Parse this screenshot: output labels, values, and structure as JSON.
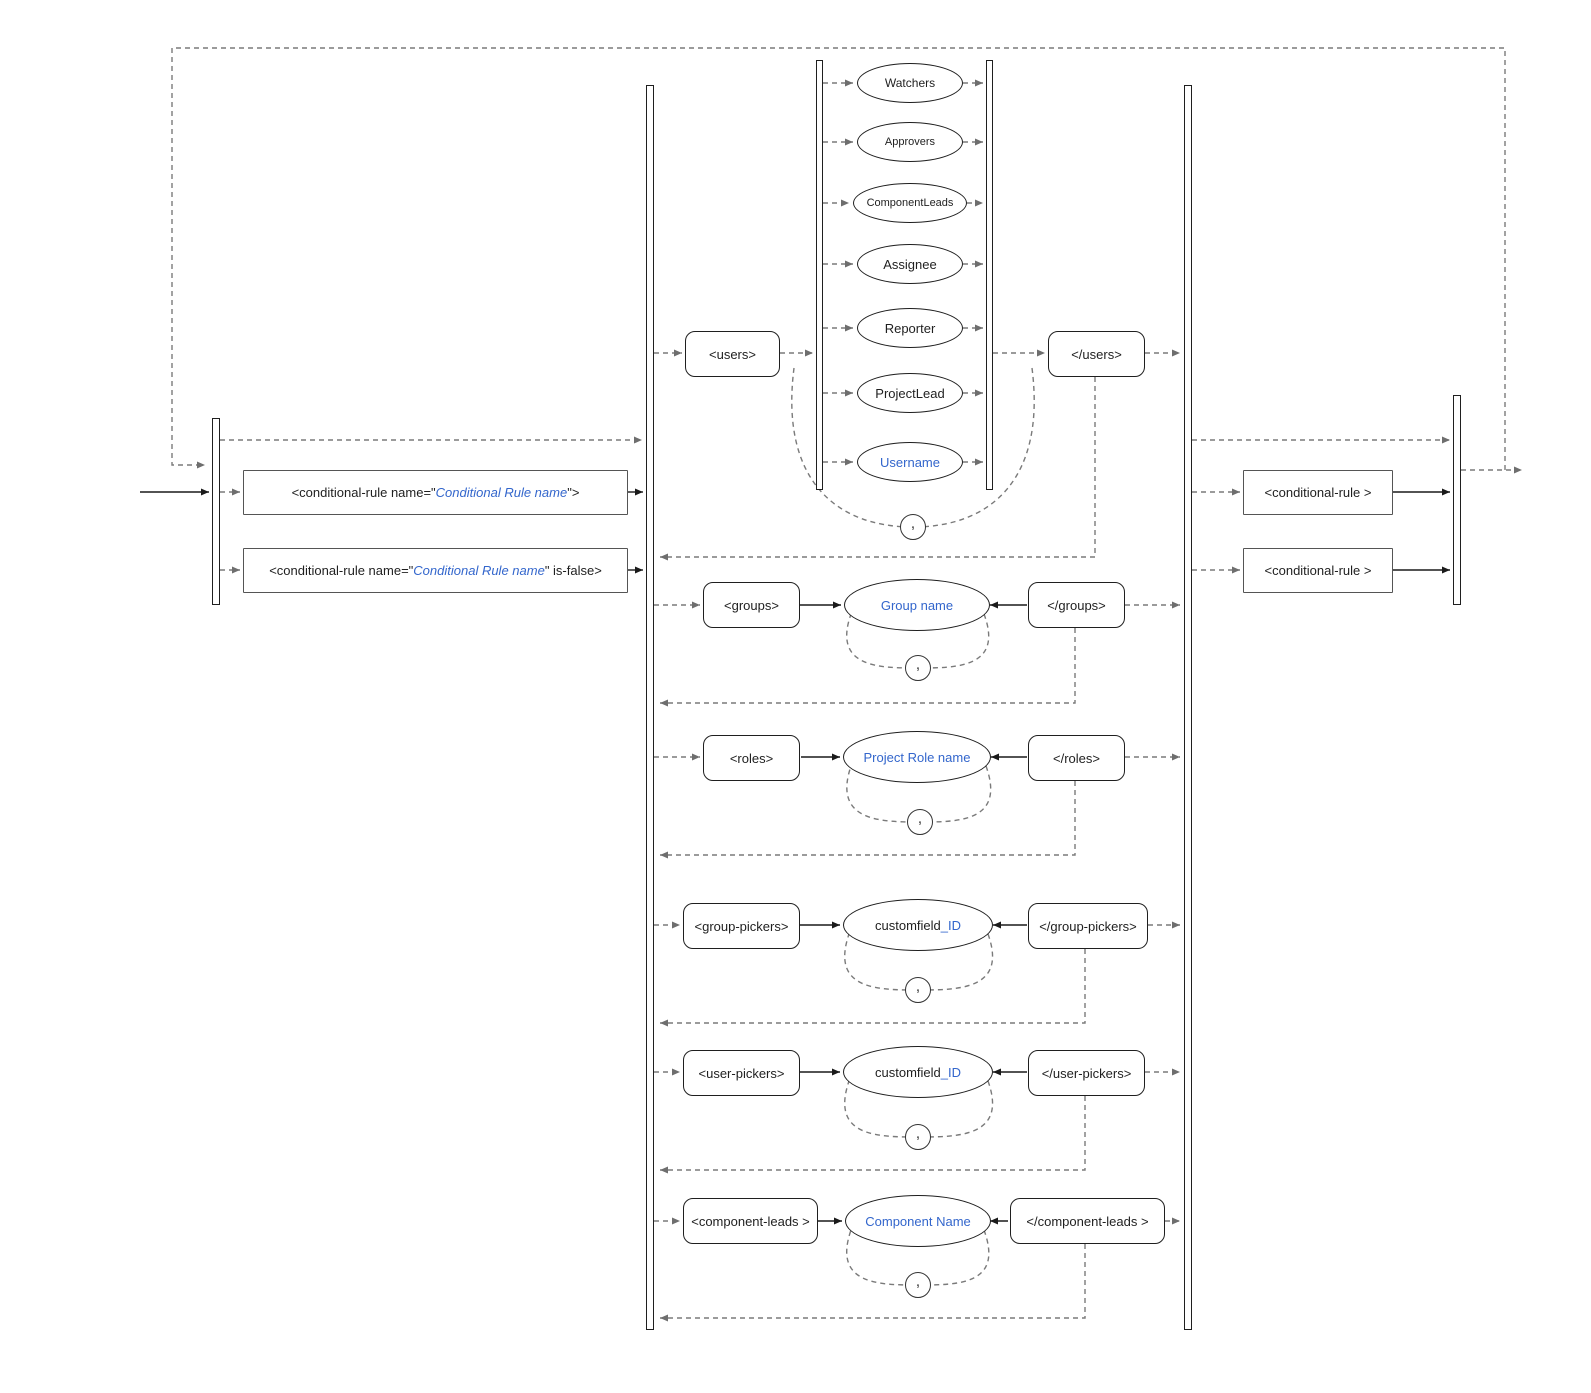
{
  "colors": {
    "accent": "#3366cc",
    "connector": "#7a7a7a",
    "node_border": "#1f1f1f"
  },
  "left_rules": [
    {
      "prefix": "<conditional-rule name=\"",
      "name": "Conditional Rule name",
      "suffix": "\">"
    },
    {
      "prefix": "<conditional-rule name=\"",
      "name": "Conditional Rule name",
      "suffix": "\" is-false>"
    }
  ],
  "users": {
    "open_tag": "<users>",
    "close_tag": "</users>",
    "separator": ",",
    "options": [
      {
        "label": "Watchers"
      },
      {
        "label": "Approvers"
      },
      {
        "label": "ComponentLeads"
      },
      {
        "label": "Assignee"
      },
      {
        "label": "Reporter"
      },
      {
        "label": "ProjectLead"
      },
      {
        "label": "Username"
      }
    ]
  },
  "elements": [
    {
      "open_tag": "<groups>",
      "value": "Group name",
      "close_tag": "</groups>",
      "separator": ","
    },
    {
      "open_tag": "<roles>",
      "value": "Project Role name",
      "close_tag": "</roles>",
      "separator": ","
    },
    {
      "open_tag": "<group-pickers>",
      "value_plain": "customfield",
      "value_accent": "_ID",
      "close_tag": "</group-pickers>",
      "separator": ","
    },
    {
      "open_tag": "<user-pickers>",
      "value_plain": "customfield",
      "value_accent": "_ID",
      "close_tag": "</user-pickers>",
      "separator": ","
    },
    {
      "open_tag": "<component-leads >",
      "value": "Component Name",
      "close_tag": "</component-leads >",
      "separator": ","
    }
  ],
  "right_rules": [
    {
      "label": "<conditional-rule >"
    },
    {
      "label": "<conditional-rule >"
    }
  ]
}
